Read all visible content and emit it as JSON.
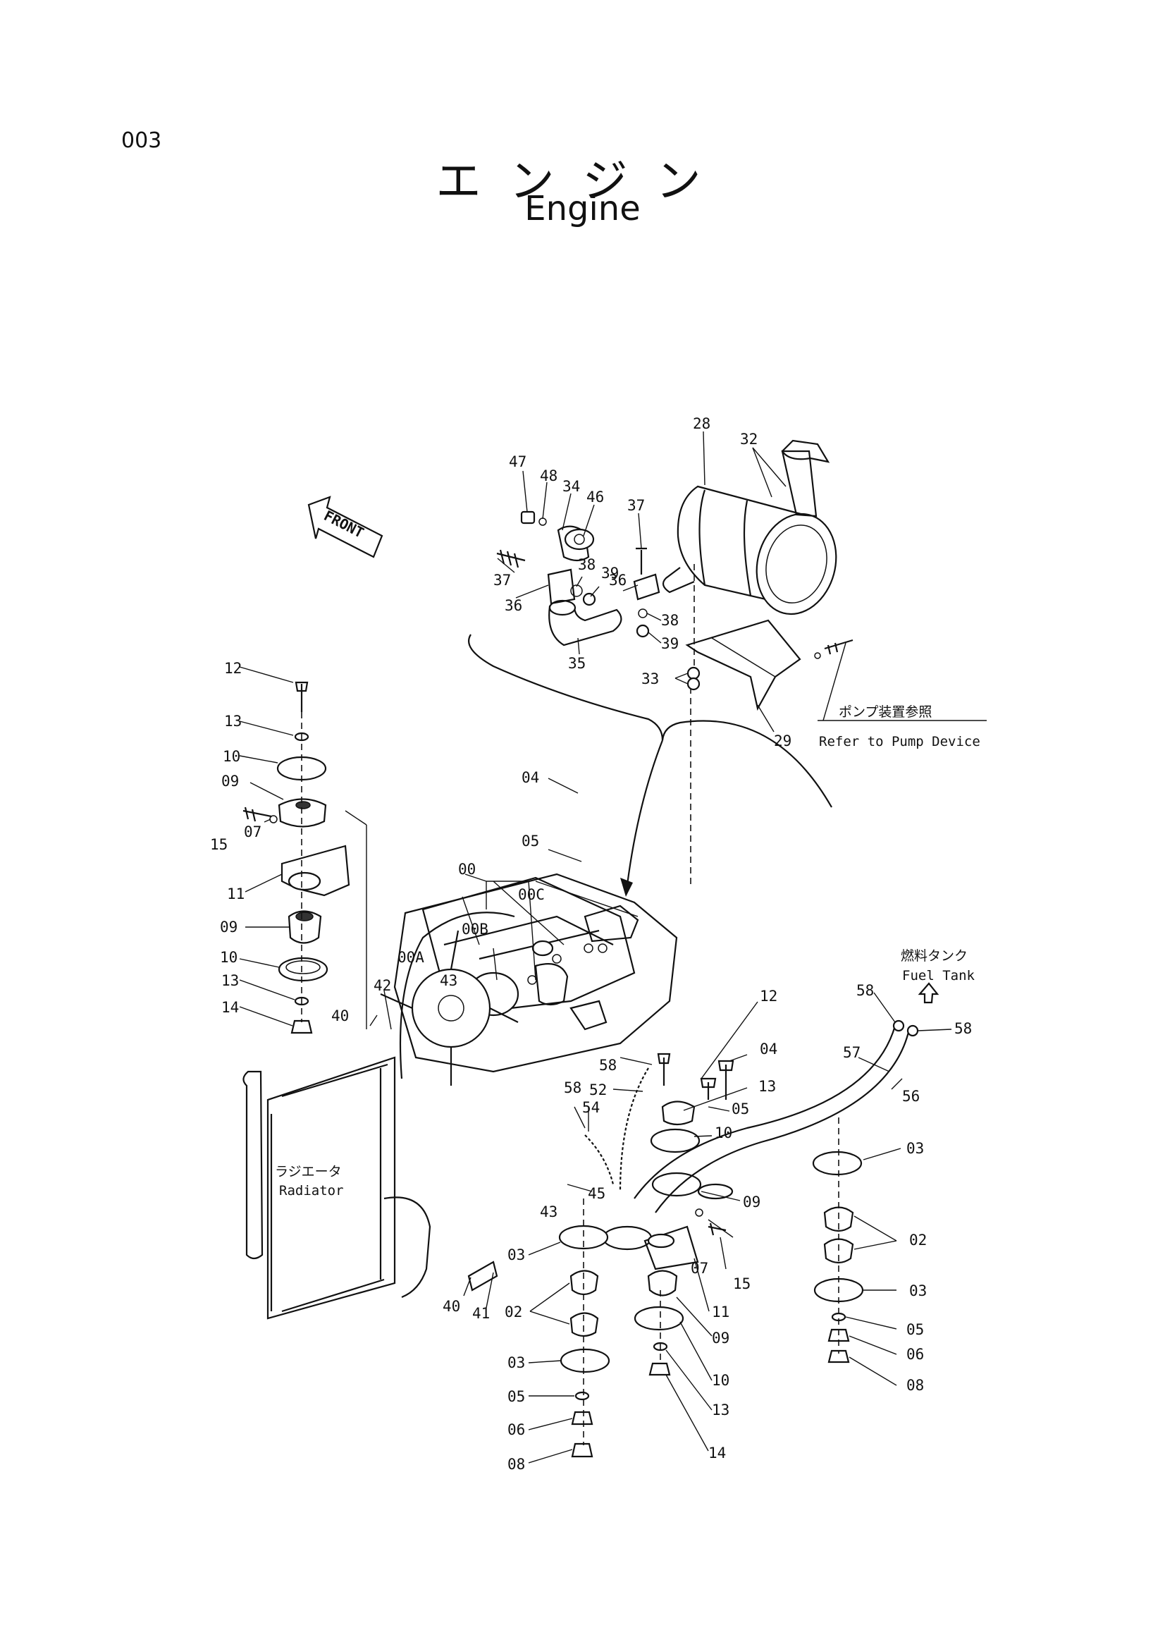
{
  "page_number": "003",
  "title_jp": "エンジン",
  "title_en": "Engine",
  "front_label": "FRONT",
  "notes": {
    "pump_jp": "ポンプ装置参照",
    "pump_en": "Refer to Pump Device",
    "fuel_jp": "燃料タンク",
    "fuel_en": "Fuel Tank",
    "radiator_jp": "ラジエータ",
    "radiator_en": "Radiator"
  },
  "callouts": {
    "c28": "28",
    "c32": "32",
    "c47": "47",
    "c48": "48",
    "c34": "34",
    "c46": "46",
    "c37a": "37",
    "c37b": "37",
    "c38a": "38",
    "c39a": "39",
    "c36a": "36",
    "c36b": "36",
    "c38b": "38",
    "c39b": "39",
    "c35": "35",
    "c33": "33",
    "c29": "29",
    "c12a": "12",
    "c13a": "13",
    "c10a": "10",
    "c09a": "09",
    "c15a": "15",
    "c07a": "07",
    "c11a": "11",
    "c09b": "09",
    "c10b": "10",
    "c13b": "13",
    "c14a": "14",
    "c04a": "04",
    "c05a": "05",
    "c00": "00",
    "c00C": "00C",
    "c00A": "00A",
    "c00B": "00B",
    "c43a": "43",
    "c42": "42",
    "c40a": "40",
    "c12b": "12",
    "c04b": "04",
    "c13c": "13",
    "c05b": "05",
    "c10c": "10",
    "c58a": "58",
    "c52": "52",
    "c58b": "58",
    "c54": "54",
    "c45": "45",
    "c09c": "09",
    "c43b": "43",
    "c07b": "07",
    "c15b": "15",
    "c11b": "11",
    "c09d": "09",
    "c10d": "10",
    "c13d": "13",
    "c14b": "14",
    "c03a": "03",
    "c02a": "02",
    "c03b": "03",
    "c05c": "05",
    "c06a": "06",
    "c08a": "08",
    "c40b": "40",
    "c41": "41",
    "c58c": "58",
    "c58d": "58",
    "c57": "57",
    "c56": "56",
    "c03c": "03",
    "c02b": "02",
    "c03d": "03",
    "c05d": "05",
    "c06b": "06",
    "c08b": "08"
  }
}
